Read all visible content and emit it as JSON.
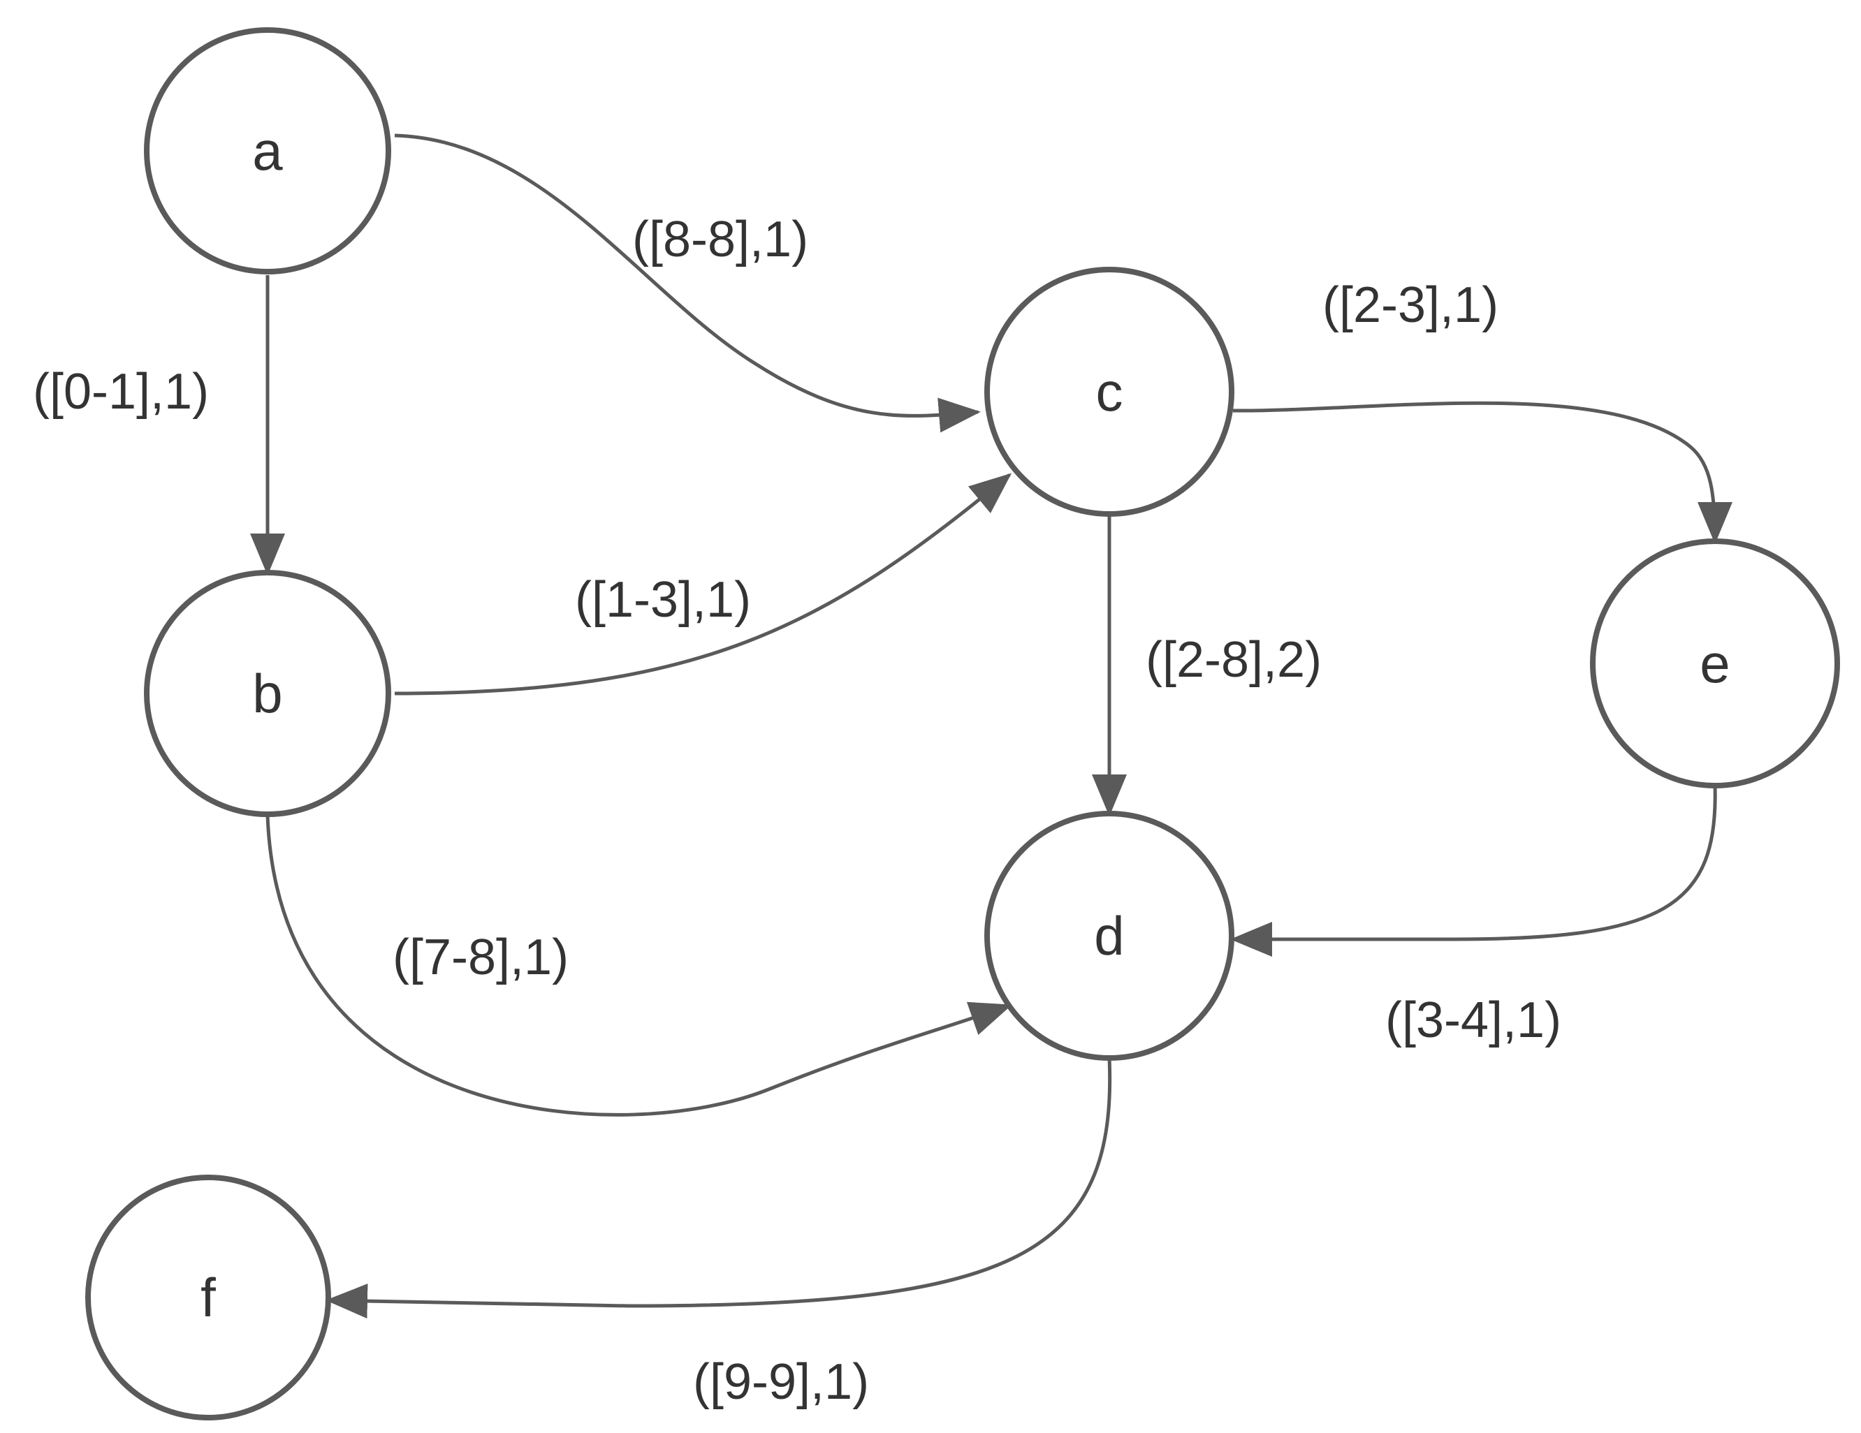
{
  "colors": {
    "stroke": "#5a5a5a",
    "text": "#333333",
    "background": "#ffffff"
  },
  "nodes": [
    {
      "id": "a",
      "label": "a"
    },
    {
      "id": "b",
      "label": "b"
    },
    {
      "id": "c",
      "label": "c"
    },
    {
      "id": "d",
      "label": "d"
    },
    {
      "id": "e",
      "label": "e"
    },
    {
      "id": "f",
      "label": "f"
    }
  ],
  "edges": [
    {
      "from": "a",
      "to": "b",
      "label": "([0-1],1)"
    },
    {
      "from": "a",
      "to": "c",
      "label": "([8-8],1)"
    },
    {
      "from": "b",
      "to": "c",
      "label": "([1-3],1)"
    },
    {
      "from": "c",
      "to": "e",
      "label": "([2-3],1)"
    },
    {
      "from": "c",
      "to": "d",
      "label": "([2-8],2)"
    },
    {
      "from": "b",
      "to": "d",
      "label": "([7-8],1)"
    },
    {
      "from": "e",
      "to": "d",
      "label": "([3-4],1)"
    },
    {
      "from": "d",
      "to": "f",
      "label": "([9-9],1)"
    }
  ]
}
